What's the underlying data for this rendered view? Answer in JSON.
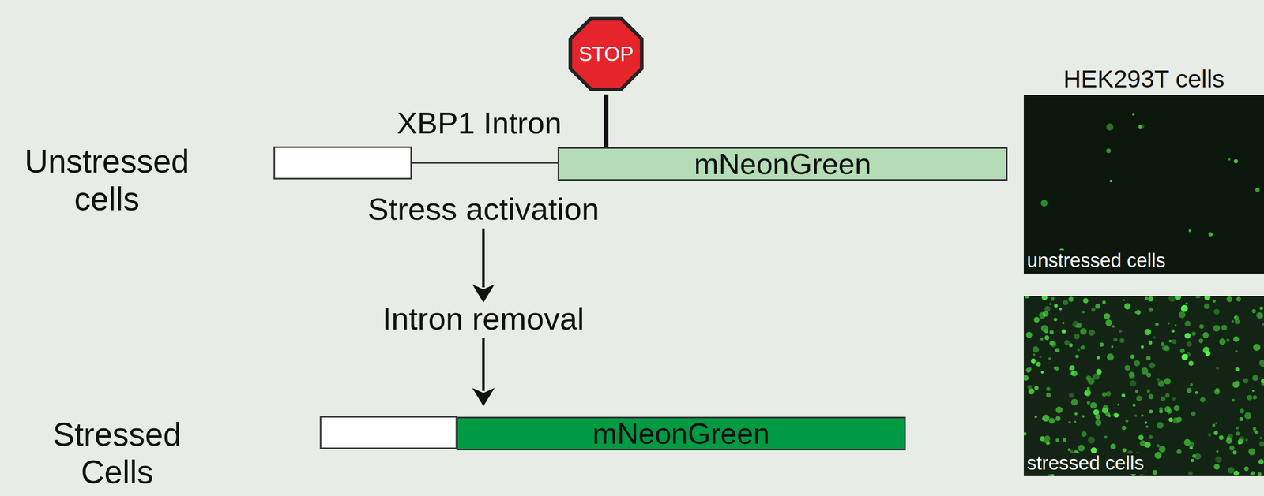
{
  "diagram": {
    "nodes": [
      {
        "text": [
          "STOP"
        ]
      },
      {
        "text": [
          "mNeonGreen"
        ]
      },
      {
        "text": [
          "unstressed cells"
        ]
      },
      {
        "text": [
          "mNeonGreen"
        ]
      },
      {
        "text": [
          "stressed cells"
        ]
      }
    ],
    "edges": [
      {
        "from": 0,
        "to": 1,
        "arrow": "none"
      }
    ],
    "labels": [
      "XBP1 Intron",
      "Unstressed cells",
      "Stress activation",
      "Intron removal",
      "Stressed Cells",
      "HEK293T cells"
    ]
  }
}
